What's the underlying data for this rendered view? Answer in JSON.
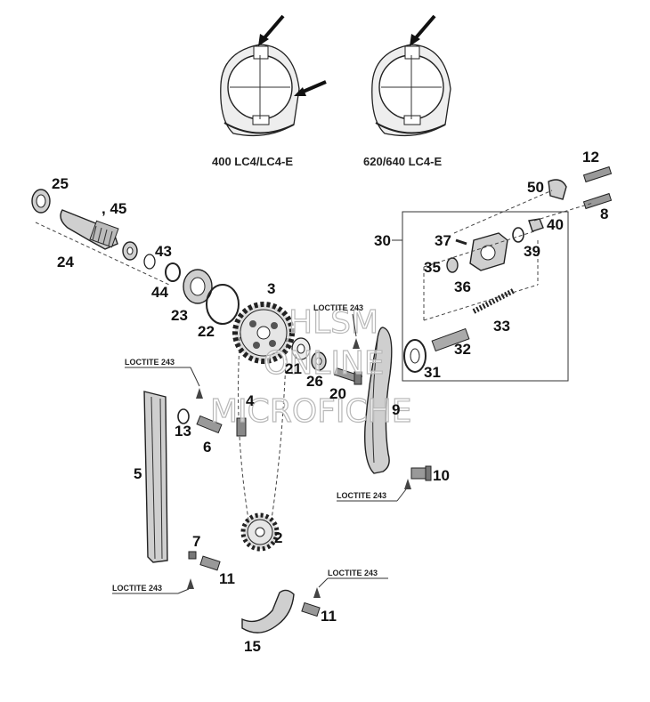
{
  "captions": {
    "variant_a": "400 LC4/LC4-E",
    "variant_b": "620/640 LC4-E"
  },
  "loctite_label": "LOCTITE 243",
  "watermark": {
    "line1": "HLSM",
    "line2": "ONLINE",
    "line3": "MICROFICHE"
  },
  "parts": {
    "p2": "2",
    "p3": "3",
    "p4": "4",
    "p5": "5",
    "p6": "6",
    "p7": "7",
    "p8": "8",
    "p9": "9",
    "p10": "10",
    "p11a": "11",
    "p11b": "11",
    "p12": "12",
    "p13": "13",
    "p15": "15",
    "p20": "20",
    "p21": "21",
    "p22": "22",
    "p23": "23",
    "p24": "24",
    "p25": "25",
    "p26": "26",
    "p30": "30",
    "p31": "31",
    "p32": "32",
    "p33": "33",
    "p35": "35",
    "p36": "36",
    "p37": "37",
    "p39": "39",
    "p40": "40",
    "p43": "43",
    "p44": "44",
    "p45": ", 45",
    "p50": "50"
  }
}
